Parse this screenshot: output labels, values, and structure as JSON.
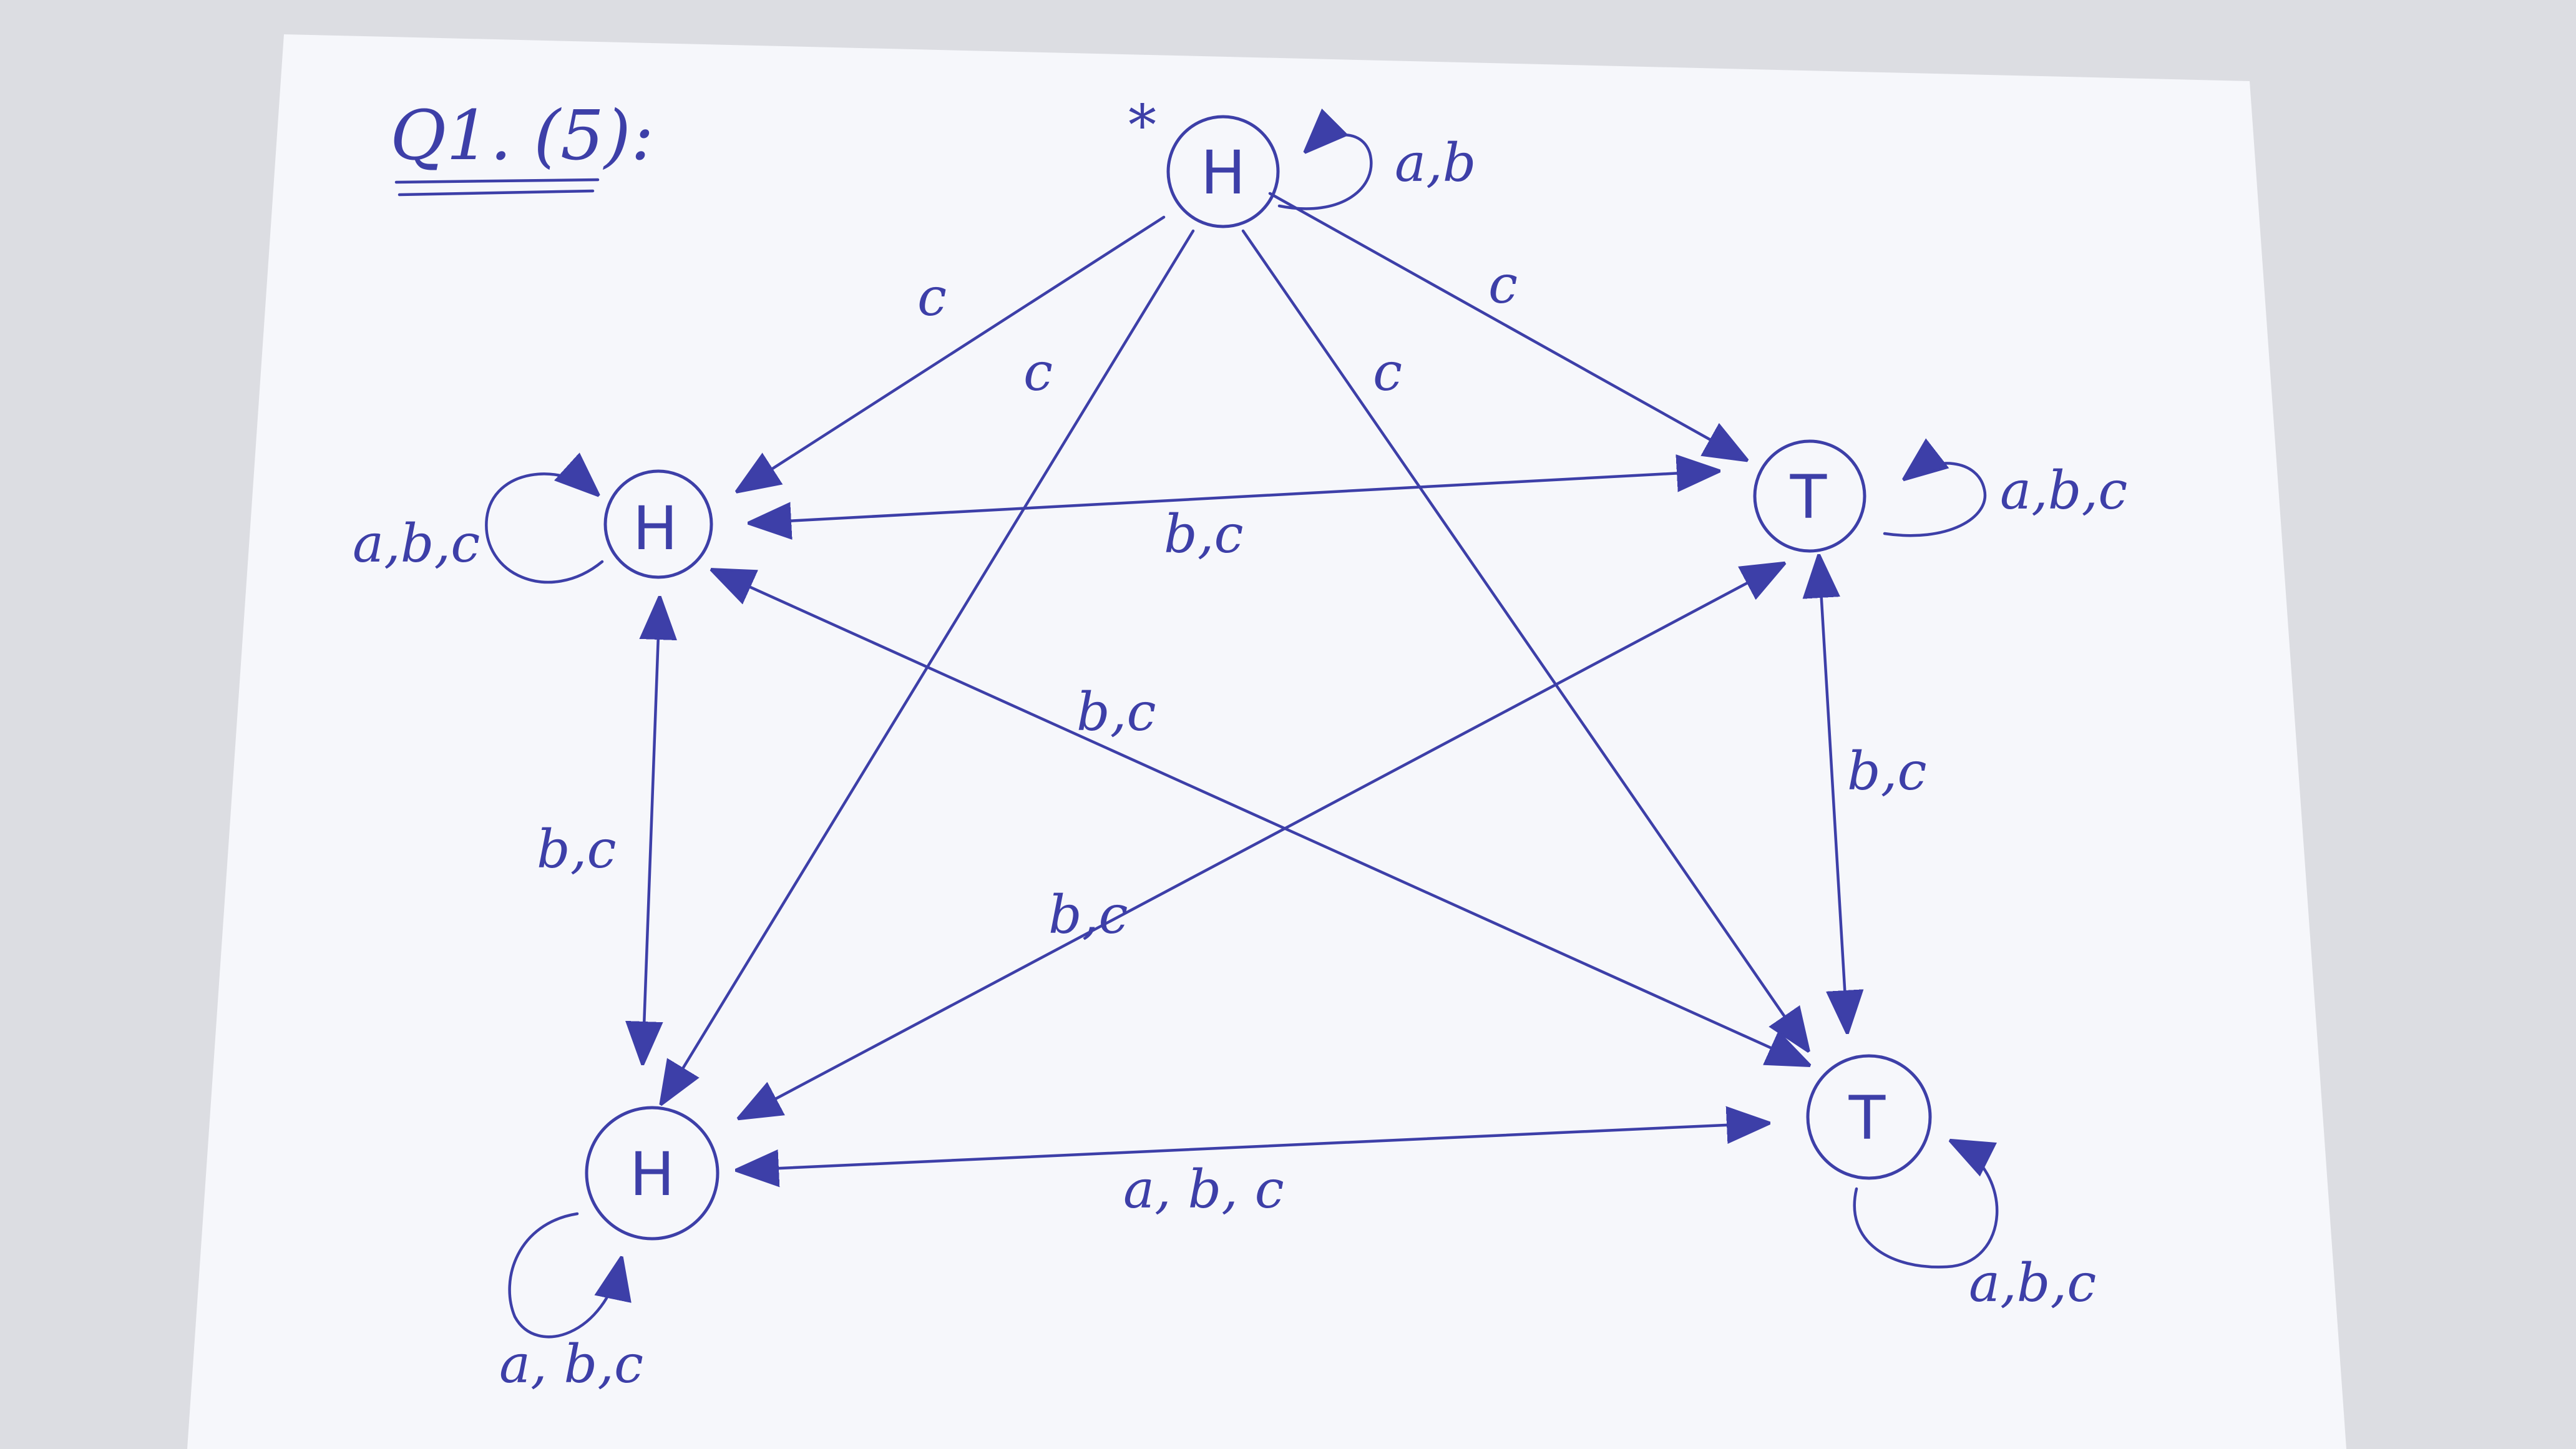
{
  "title": "Q1. (5):",
  "start_marker": "*",
  "nodes": [
    {
      "id": "n_top",
      "label": "H",
      "start": true
    },
    {
      "id": "n_left",
      "label": "H"
    },
    {
      "id": "n_bl",
      "label": "H"
    },
    {
      "id": "n_right",
      "label": "T"
    },
    {
      "id": "n_br",
      "label": "T"
    }
  ],
  "edges": [
    {
      "from": "n_top",
      "to": "n_top",
      "label": "a,b"
    },
    {
      "from": "n_left",
      "to": "n_left",
      "label": "a,b,c"
    },
    {
      "from": "n_right",
      "to": "n_right",
      "label": "a,b,c"
    },
    {
      "from": "n_bl",
      "to": "n_bl",
      "label": "a, b,c"
    },
    {
      "from": "n_br",
      "to": "n_br",
      "label": "a,b,c"
    },
    {
      "from": "n_top",
      "to": "n_left",
      "label": "c"
    },
    {
      "from": "n_top",
      "to": "n_bl",
      "label": "c"
    },
    {
      "from": "n_top",
      "to": "n_br",
      "label": "c"
    },
    {
      "from": "n_top",
      "to": "n_right",
      "label": "c"
    },
    {
      "from": "n_left",
      "to": "n_right",
      "label": "b,c",
      "both": true
    },
    {
      "from": "n_left",
      "to": "n_br",
      "label": "b,c",
      "both": true
    },
    {
      "from": "n_left",
      "to": "n_bl",
      "label": "b,c",
      "both": true
    },
    {
      "from": "n_bl",
      "to": "n_right",
      "label": "b,c",
      "both": true
    },
    {
      "from": "n_right",
      "to": "n_br",
      "label": "b,c",
      "both": true
    },
    {
      "from": "n_bl",
      "to": "n_br",
      "label": "a, b, c",
      "both": true
    }
  ]
}
